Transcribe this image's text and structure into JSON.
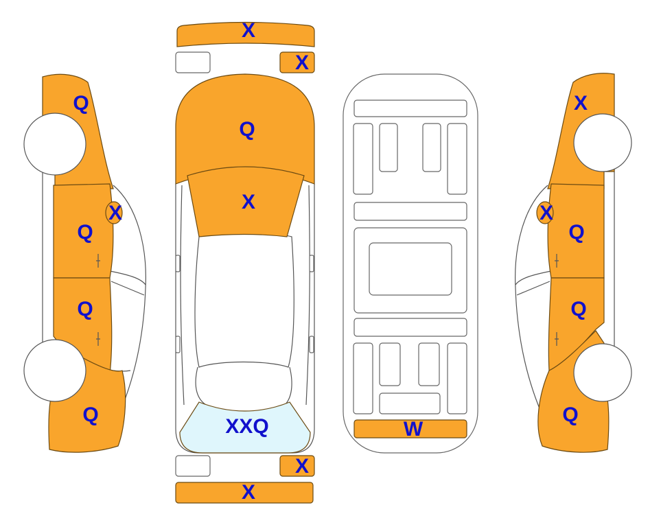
{
  "colors": {
    "damage": "#F9A52C",
    "glass_damage": "#DFF6FC",
    "label": "#1111CC",
    "outline": "#555555"
  },
  "labels": {
    "front_bumper": "X",
    "front_small_right": "X",
    "hood": "Q",
    "windshield_upper": "X",
    "rear_glass": "XXQ",
    "rear_small_right": "X",
    "rear_bumper": "X",
    "underbody_rear": "W",
    "left_front_fender": "Q",
    "left_mirror": "X",
    "left_front_door": "Q",
    "left_rear_door": "Q",
    "left_rear_quarter": "Q",
    "right_front_fender": "X",
    "right_mirror": "X",
    "right_front_door": "Q",
    "right_rear_door": "Q",
    "right_rear_quarter": "Q"
  }
}
